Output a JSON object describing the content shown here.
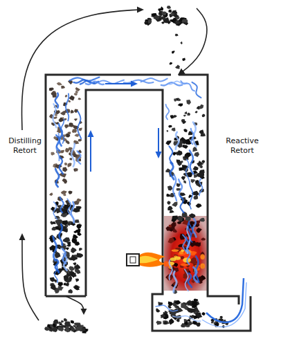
{
  "diagram": {
    "nodes": [
      {
        "text": [
          "Distilling Retort"
        ]
      },
      {
        "text": [
          "Reactive Retort"
        ]
      }
    ],
    "edges": [
      {
        "from": 0,
        "to": 1,
        "arrow": "to"
      }
    ]
  }
}
